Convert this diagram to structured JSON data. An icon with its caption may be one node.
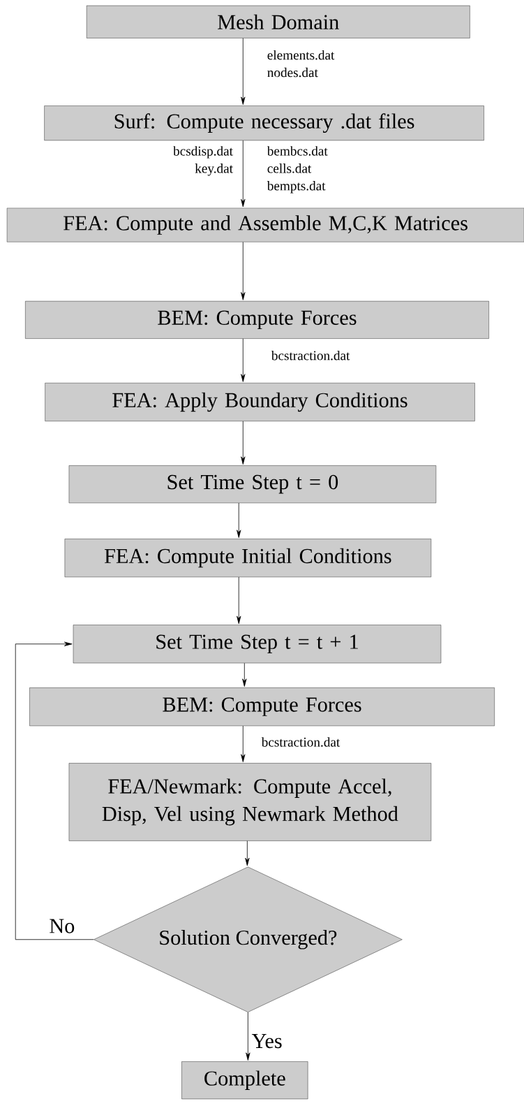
{
  "diagram": {
    "nodes": [
      {
        "text": [
          "Mesh Domain"
        ]
      },
      {
        "text": [
          "Surf: Compute necessary .dat files"
        ]
      },
      {
        "text": [
          "FEA: Compute and Assemble M,C,K Matrices"
        ]
      },
      {
        "text": [
          "BEM: Compute Forces"
        ]
      },
      {
        "text": [
          "FEA: Apply Boundary Conditions"
        ]
      },
      {
        "text": [
          "Set Time Step t = 0"
        ]
      },
      {
        "text": [
          "FEA: Compute Initial Conditions"
        ]
      },
      {
        "text": [
          "Set Time Step t = t + 1"
        ]
      },
      {
        "text": [
          "BEM: Compute Forces"
        ]
      },
      {
        "text": [
          "FEA/Newmark: Compute Accel, Disp, Vel using Newmark Method"
        ]
      },
      {
        "text": [
          "Solution Converged?"
        ]
      },
      {
        "text": [
          "Complete"
        ]
      }
    ],
    "edges": [
      {
        "from": 0,
        "to": 1,
        "arrow": "to",
        "label": "elements.dat nodes.dat"
      },
      {
        "from": 1,
        "to": 2,
        "arrow": "to",
        "label": "bembcs.dat cells.dat bempts.dat"
      },
      {
        "from": 2,
        "to": 3,
        "arrow": "to"
      },
      {
        "from": 3,
        "to": 4,
        "arrow": "to",
        "label": "bcstraction.dat"
      },
      {
        "from": 4,
        "to": 5,
        "arrow": "to"
      },
      {
        "from": 5,
        "to": 6,
        "arrow": "to"
      },
      {
        "from": 6,
        "to": 7,
        "arrow": "to"
      },
      {
        "from": 7,
        "to": 8,
        "arrow": "to"
      },
      {
        "from": 8,
        "to": 9,
        "arrow": "to",
        "label": "bcstraction.dat"
      },
      {
        "from": 9,
        "to": 10,
        "arrow": "to"
      },
      {
        "from": 10,
        "to": 7,
        "arrow": "to",
        "label": "No"
      },
      {
        "from": 10,
        "to": 11,
        "arrow": "to",
        "label": "Yes"
      }
    ],
    "labels": [
      "bcsdisp.dat key.dat"
    ]
  }
}
